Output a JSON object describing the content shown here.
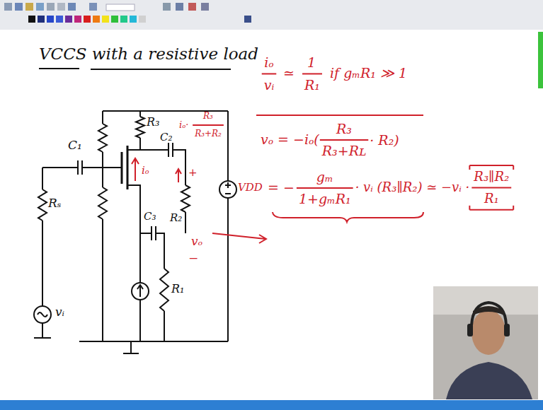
{
  "diagram": {
    "title": "VCCS with a resistive load",
    "labels": [
      "C₁",
      "Rₛ",
      "vᵢ",
      "R₃",
      "C₂",
      "iₒ",
      "C₃",
      "R₂",
      "vₒ",
      "R₁",
      "VDD",
      "+",
      "−",
      "iₒ·",
      "R₃",
      "R₃+R₂",
      "iₒ",
      "vᵢ",
      "≃",
      "1",
      "R₁",
      "if gₘR₁ ≫ 1",
      "vₒ = −iₒ(",
      "R₃",
      "R₃+Rʟ",
      "· R₂)",
      "= −",
      "gₘ",
      "1+gₘR₁",
      "· vᵢ (R₃∥R₂) ≃ −vᵢ ·",
      "R₃∥R₂",
      "R₁"
    ]
  }
}
